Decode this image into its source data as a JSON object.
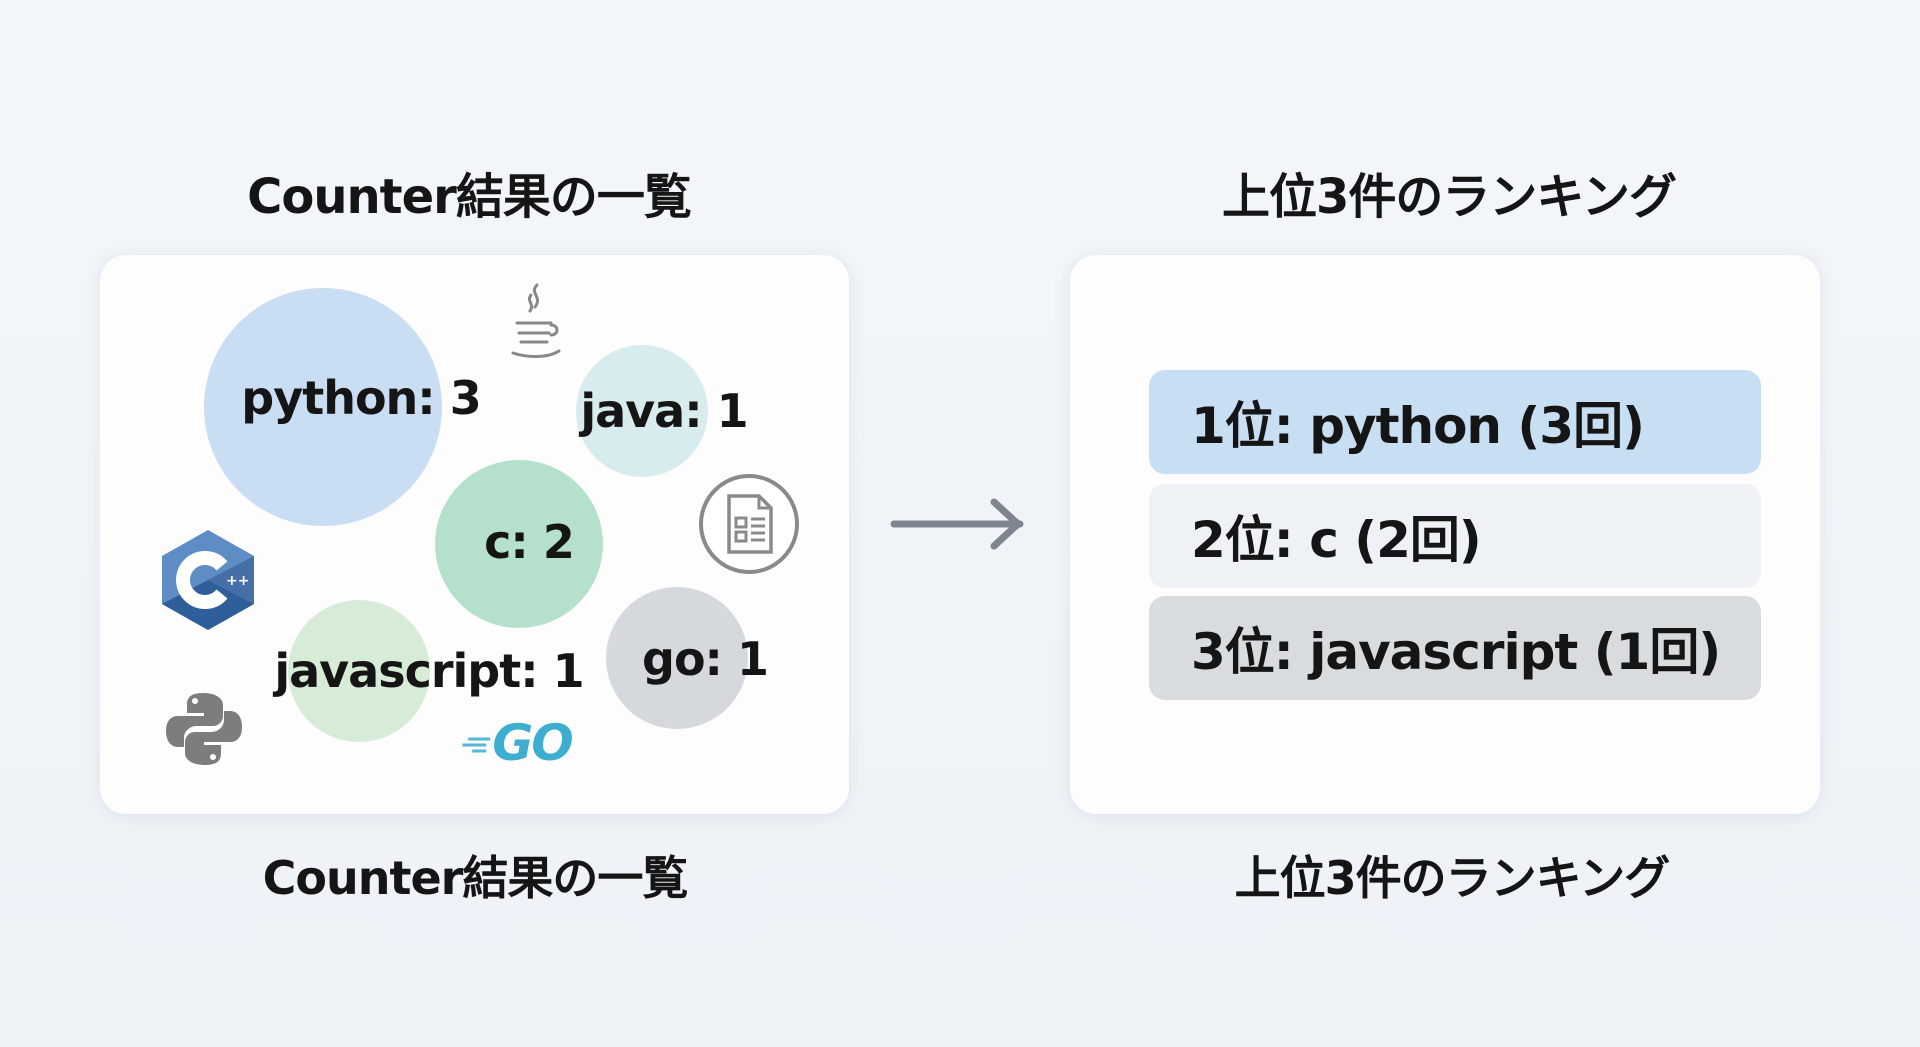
{
  "left": {
    "title": "Counter結果の一覧",
    "caption": "Counter結果の一覧",
    "bubbles": [
      {
        "label": "python: 3",
        "color": "#c9def3"
      },
      {
        "label": "java: 1",
        "color": "#d8ebef"
      },
      {
        "label": "c: 2",
        "color": "#b4e0cc"
      },
      {
        "label": "javascript: 1",
        "color": "#d6ecd6"
      },
      {
        "label": "go: 1",
        "color": "#d5d9de"
      }
    ],
    "icons": [
      "java-cup-icon",
      "document-icon",
      "cpp-icon",
      "python-icon",
      "go-icon"
    ],
    "go_logo_text": "GO"
  },
  "right": {
    "title": "上位3件のランキング",
    "caption": "上位3件のランキング",
    "ranking": [
      {
        "text": "1位: python (3回)",
        "color": "#c7def3"
      },
      {
        "text": "2位: c (2回)",
        "color": "#eef1f5"
      },
      {
        "text": "3位: javascript (1回)",
        "color": "#d9dcdf"
      }
    ]
  },
  "arrow": "arrow-right-icon"
}
